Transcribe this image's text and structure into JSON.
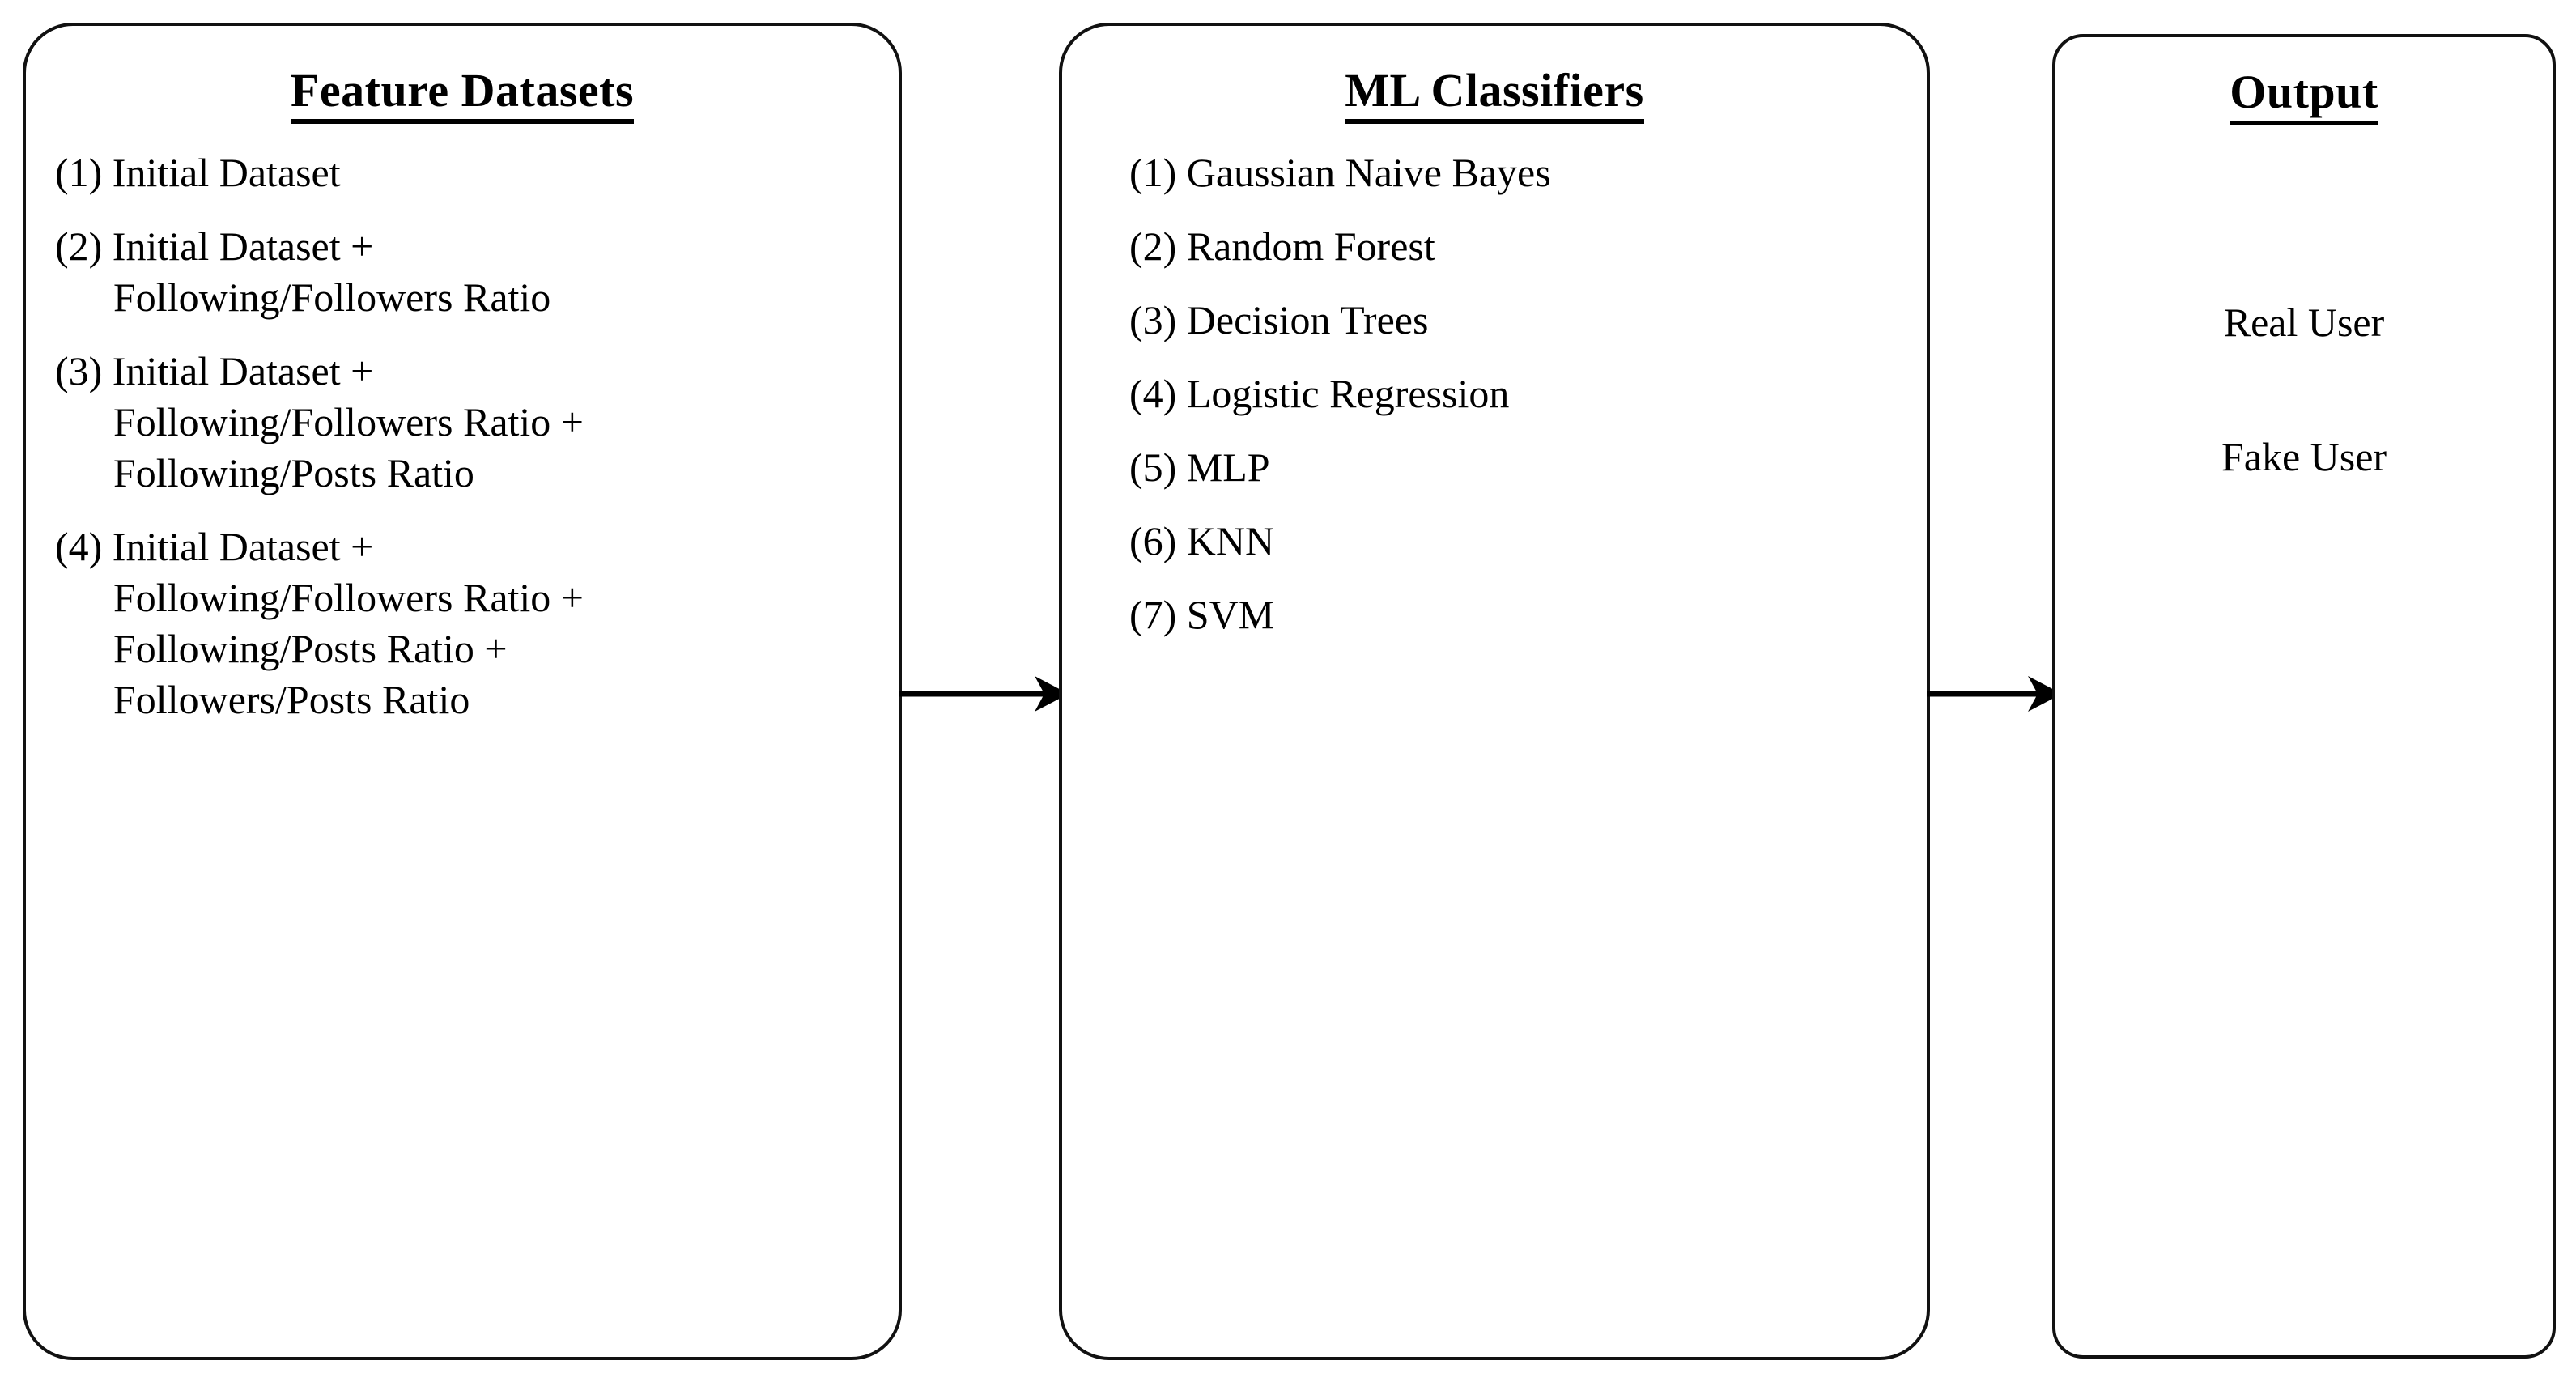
{
  "diagram": {
    "title": "",
    "background_color": "#ffffff",
    "stroke_color": "#111111",
    "text_color": "#000000"
  },
  "boxes": [
    {
      "id": "feature-datasets",
      "title": "Feature Datasets",
      "items": [
        "(1) Initial Dataset",
        "(2) Initial Dataset +\nFollowing/Followers Ratio",
        "(3) Initial Dataset +\nFollowing/Followers Ratio +\nFollowing/Posts Ratio",
        "(4) Initial Dataset +\nFollowing/Followers Ratio +\nFollowing/Posts Ratio +\nFollowers/Posts Ratio"
      ]
    },
    {
      "id": "ml-classifiers",
      "title": "ML Classifiers",
      "items": [
        "(1) Gaussian Naive Bayes",
        "(2) Random Forest",
        "(3) Decision Trees",
        "(4) Logistic Regression",
        "(5) MLP",
        "(6) KNN",
        "(7) SVM"
      ]
    },
    {
      "id": "output",
      "title": "Output",
      "items": [
        "Real User",
        "Fake User"
      ]
    }
  ],
  "arrows": [
    {
      "id": "datasets-to-classifiers",
      "from": "feature-datasets",
      "to": "ml-classifiers",
      "direction": "right"
    },
    {
      "id": "classifiers-to-output",
      "from": "ml-classifiers",
      "to": "output",
      "direction": "right"
    }
  ]
}
